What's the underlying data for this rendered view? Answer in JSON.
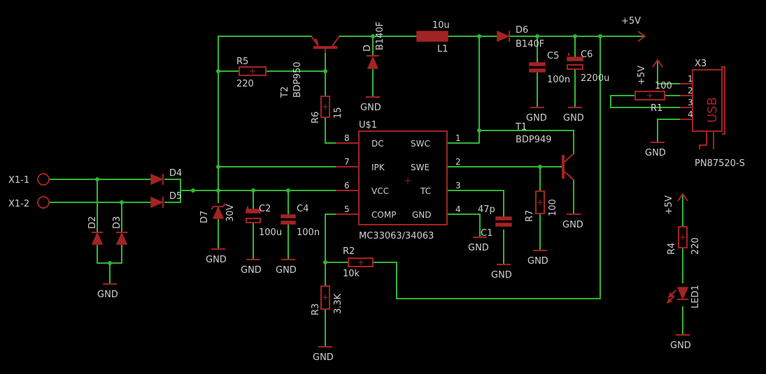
{
  "labels": {
    "vout": "+5V",
    "vout_usb": "+5V",
    "vout_led": "+5V",
    "gnd": "GND",
    "x1_1": "X1-1",
    "x1_2": "X1-2",
    "d4": "D4",
    "d5": "D5",
    "d2": "D2",
    "d3": "D3",
    "d7": "D7",
    "d7_val": "30V",
    "c2": "C2",
    "c2_val": "100u",
    "c4": "C4",
    "c4_val": "100n",
    "r5": "R5",
    "r5_val": "220",
    "t2": "T2",
    "t2_val": "BDP950",
    "r6": "R6",
    "r6_val": "15",
    "d1": "D",
    "d1_val": "B140F",
    "l1": "L1",
    "l1_val": "10u",
    "d6": "D6",
    "d6_val": "B140F",
    "c5": "C5",
    "c5_val": "100n",
    "c6": "C6",
    "c6_val": "2200u",
    "u1": "U$1",
    "u1_val": "MC33063/34063",
    "pin_dc": "DC",
    "pin_ipk": "IPK",
    "pin_vcc": "VCC",
    "pin_comp": "COMP",
    "pin_swc": "SWC",
    "pin_swe": "SWE",
    "pin_tc": "TC",
    "pin_gnd": "GND",
    "n8": "8",
    "n7": "7",
    "n6": "6",
    "n5": "5",
    "n1": "1",
    "n2": "2",
    "n3": "3",
    "n4": "4",
    "t1": "T1",
    "t1_val": "BDP949",
    "r7": "R7",
    "r7_val": "100",
    "c1": "C1",
    "c1_val": "47p",
    "r2": "R2",
    "r2_val": "10k",
    "r3": "R3",
    "r3_val": "3.3K",
    "x3": "X3",
    "x3_val": "PN87520-S",
    "usb": "USB",
    "usb1": "1",
    "usb2": "2",
    "usb3": "3",
    "usb4": "4",
    "r1": "R1",
    "r1_val": "100",
    "r4": "R4",
    "r4_val": "220",
    "led1": "LED1"
  },
  "colors": {
    "wire": "#33b533",
    "part": "#a32323",
    "text": "#cfcfcf",
    "background": "#000000"
  }
}
